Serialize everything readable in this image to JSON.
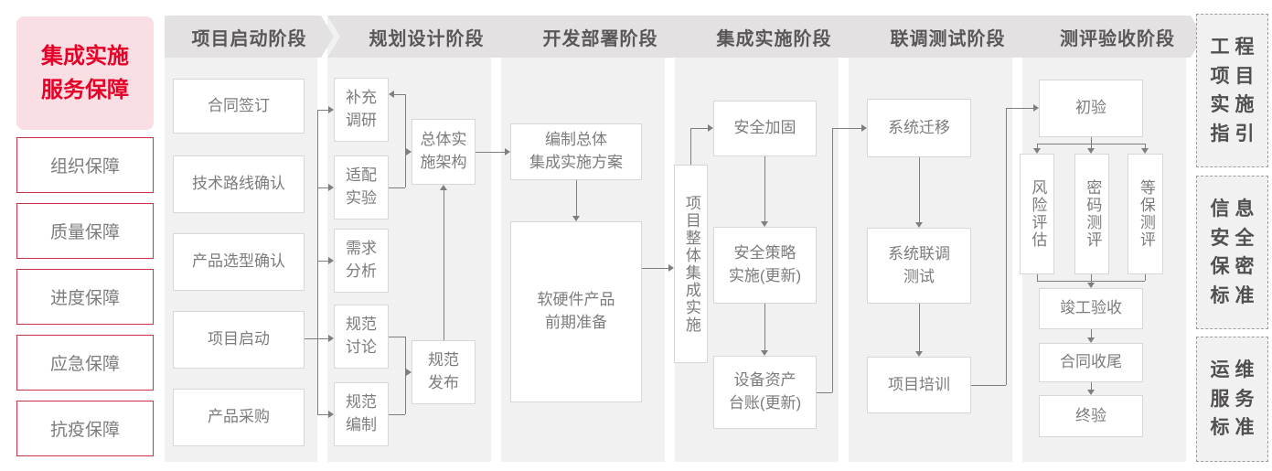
{
  "sidebar": {
    "title": "集成实施\n服务保障",
    "items": [
      "组织保障",
      "质量保障",
      "进度保障",
      "应急保障",
      "抗疫保障"
    ]
  },
  "phases": [
    {
      "label": "项目启动阶段",
      "boxes": [
        "合同签订",
        "技术路线确认",
        "产品选型确认",
        "项目启动",
        "产品采购"
      ]
    },
    {
      "label": "规划设计阶段",
      "boxes": [
        "补充\n调研",
        "适配\n实验",
        "需求\n分析",
        "规范\n讨论",
        "规范\n编制",
        "总体实\n施架构",
        "规范\n发布"
      ]
    },
    {
      "label": "开发部署阶段",
      "boxes": [
        "编制总体\n集成实施方案",
        "软硬件产品\n前期准备"
      ]
    },
    {
      "label": "集成实施阶段",
      "boxes": [
        "项目整体集成实施",
        "安全加固",
        "安全策略\n实施(更新)",
        "设备资产\n台账(更新)"
      ]
    },
    {
      "label": "联调测试阶段",
      "boxes": [
        "系统迁移",
        "系统联调\n测试",
        "项目培训"
      ]
    },
    {
      "label": "测评验收阶段",
      "boxes": [
        "初验",
        "风险评估",
        "密码测评",
        "等保测评",
        "竣工验收",
        "合同收尾",
        "终验"
      ]
    }
  ],
  "standards": [
    "工程\n项目\n实施\n指引",
    "信息\n安全\n保密\n标准",
    "运维\n服务\n标准"
  ],
  "colors": {
    "accent_red": "#e60027",
    "pink_bg": "#f9dfe4",
    "red_border": "#c9334a",
    "panel_gray": "#f2f1f1",
    "header_gray": "#e3e1e1",
    "header_text": "#595757",
    "node_text": "#7d7b7b",
    "node_border": "#d8d6d6",
    "line_gray": "#7f7d7d"
  }
}
